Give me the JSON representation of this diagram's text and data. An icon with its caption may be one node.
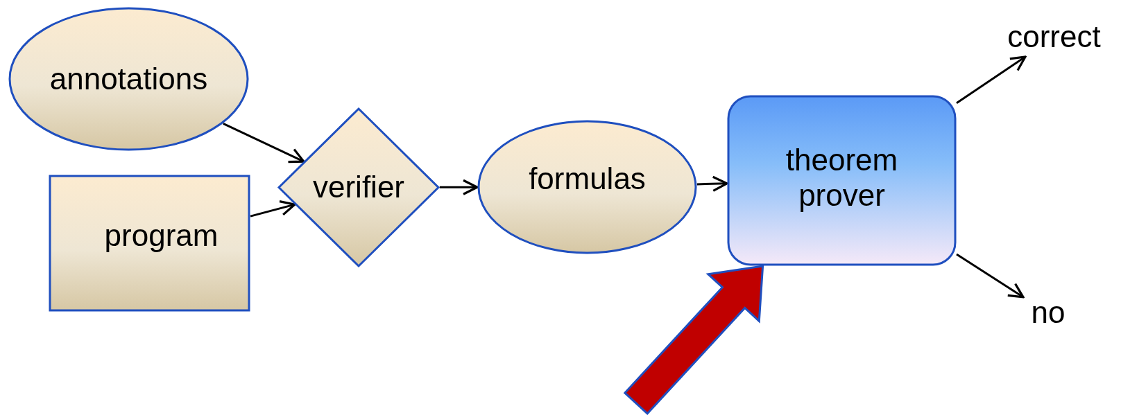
{
  "diagram": {
    "nodes": [
      {
        "text": [
          "annotations"
        ]
      },
      {
        "text": [
          "program"
        ]
      },
      {
        "text": [
          "verifier"
        ]
      },
      {
        "text": [
          "formulas"
        ]
      },
      {
        "text": [
          "theorem prover"
        ]
      },
      {
        "text": [
          "correct"
        ]
      },
      {
        "text": [
          "no"
        ]
      }
    ],
    "edges": [
      {
        "from": 0,
        "to": 2,
        "arrow": "to"
      },
      {
        "from": 1,
        "to": 2,
        "arrow": "to"
      },
      {
        "from": 2,
        "to": 3,
        "arrow": "to"
      },
      {
        "from": 3,
        "to": 4,
        "arrow": "to"
      },
      {
        "from": 4,
        "to": 5,
        "arrow": "to"
      },
      {
        "from": 4,
        "to": 6,
        "arrow": "to"
      },
      {
        "from": null,
        "to": 4,
        "arrow": "to",
        "style": "thick",
        "color": "#c00000"
      }
    ]
  }
}
